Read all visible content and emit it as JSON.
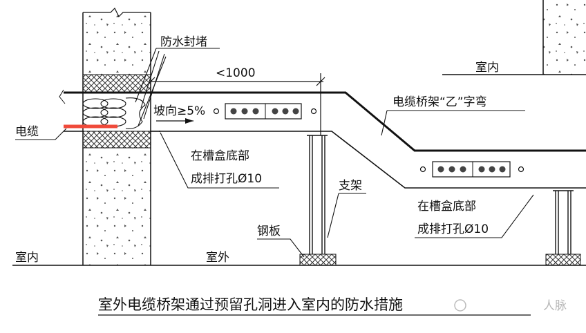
{
  "labels": {
    "waterproof_seal": "防水封堵",
    "dimension": "<1000",
    "indoor_top": "室内",
    "cable_tray_bend": "电缆桥架“乙”字弯",
    "slope": "坡向≥5%",
    "cable": "电缆",
    "holes_left_line1": "在槽盒底部",
    "holes_left_line2": "成排打孔Ø10",
    "holes_right_line1": "在槽盒底部",
    "holes_right_line2": "成排打孔Ø10",
    "support": "支架",
    "steel_plate": "钢板",
    "indoor_bottom": "室内",
    "outdoor": "室外"
  },
  "caption": "室外电缆桥架通过预留孔洞进入室内的防水措施",
  "watermark": "人脉",
  "colors": {
    "line": "#111111",
    "cable": "#f04a3a",
    "concrete_speckle": "#555555",
    "hatch": "#333333",
    "watermark": "#b8b8b8"
  }
}
